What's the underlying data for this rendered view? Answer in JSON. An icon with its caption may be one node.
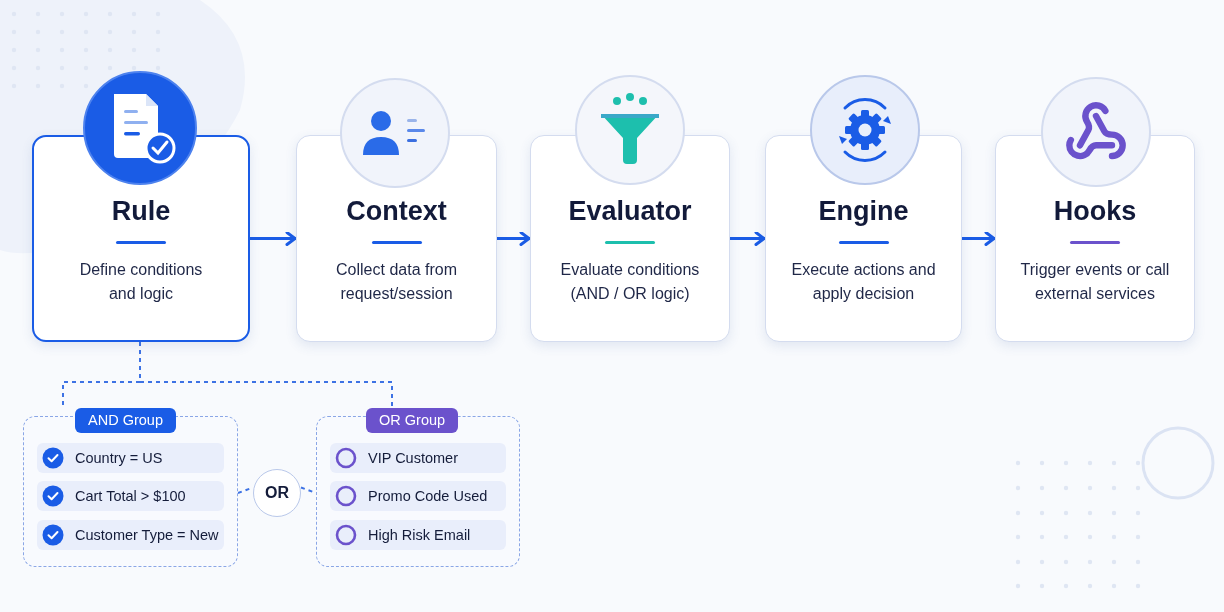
{
  "diagram": {
    "nodes": [
      {
        "text": [
          "Rule",
          "Define conditions and logic"
        ]
      },
      {
        "text": [
          "Context",
          "Collect data from request/session"
        ]
      },
      {
        "text": [
          "Evaluator",
          "Evaluate conditions (AND / OR logic)"
        ]
      },
      {
        "text": [
          "Engine",
          "Execute actions and apply decision"
        ]
      },
      {
        "text": [
          "Hooks",
          "Trigger events or call external services"
        ]
      },
      {
        "text": [
          "AND Group"
        ]
      },
      {
        "text": [
          "Country = US"
        ],
        "in": 5
      },
      {
        "text": [
          "Cart Total > $100"
        ],
        "in": 5
      },
      {
        "text": [
          "Customer Type = New"
        ],
        "in": 5
      },
      {
        "text": [
          "OR"
        ]
      },
      {
        "text": [
          "OR Group"
        ]
      },
      {
        "text": [
          "VIP Customer"
        ],
        "in": 10
      },
      {
        "text": [
          "Promo Code Used"
        ],
        "in": 10
      },
      {
        "text": [
          "High Risk Email"
        ],
        "in": 10
      }
    ],
    "edges": [
      {
        "from": 0,
        "to": 1,
        "arrow": "to"
      },
      {
        "from": 1,
        "to": 2,
        "arrow": "to"
      },
      {
        "from": 2,
        "to": 3,
        "arrow": "to"
      },
      {
        "from": 3,
        "to": 4,
        "arrow": "to"
      },
      {
        "from": 0,
        "to": 5,
        "arrow": "none",
        "style": "dashed"
      },
      {
        "from": 0,
        "to": 10,
        "arrow": "none",
        "style": "dashed"
      },
      {
        "from": 5,
        "to": 9,
        "arrow": "none",
        "style": "dashed"
      },
      {
        "from": 9,
        "to": 10,
        "arrow": "none",
        "style": "dashed"
      }
    ]
  }
}
